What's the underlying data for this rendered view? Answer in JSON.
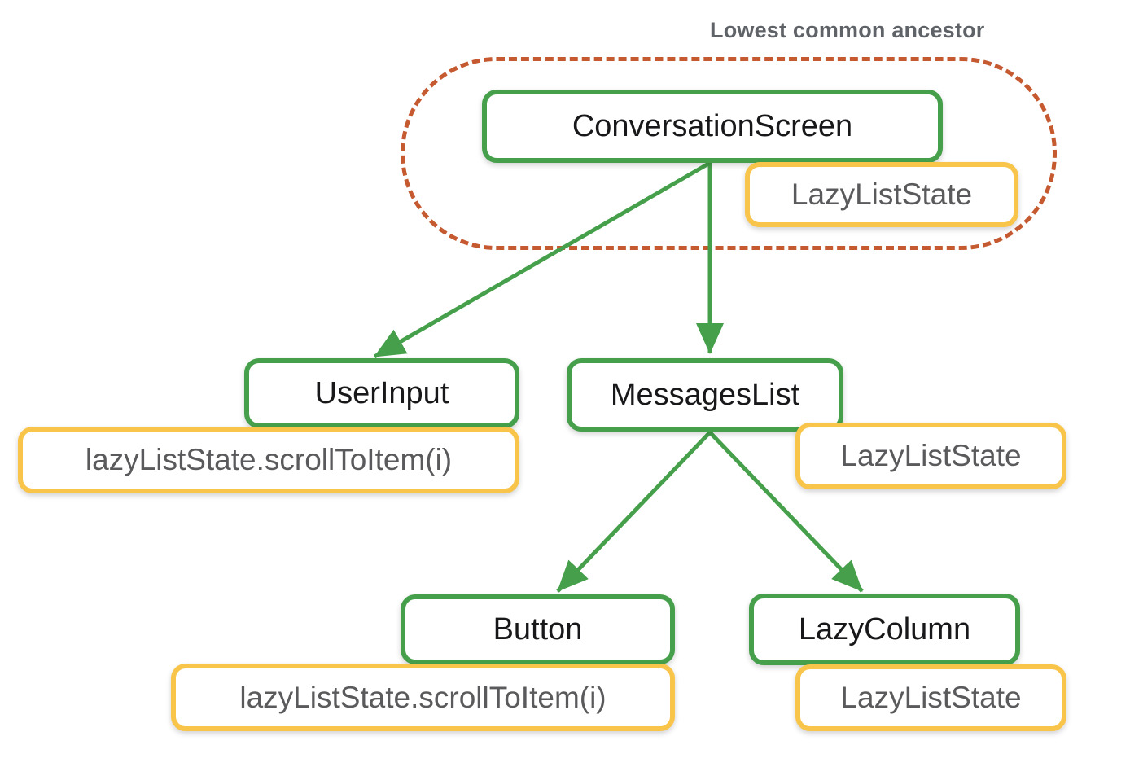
{
  "diagram": {
    "title": "Lowest common ancestor",
    "accent_colors": {
      "node_border_green": "#46a04b",
      "badge_border_yellow": "#f8c54a",
      "ancestor_dashed_red": "#c55a31",
      "node_text": "#18181a",
      "badge_text": "#5a5a5c",
      "title_text": "#5f6368",
      "background": "#ffffff"
    },
    "nodes": [
      {
        "id": "conversationscreen",
        "label": "ConversationScreen"
      },
      {
        "id": "userinput",
        "label": "UserInput"
      },
      {
        "id": "messageslist",
        "label": "MessagesList"
      },
      {
        "id": "button",
        "label": "Button"
      },
      {
        "id": "lazycolumn",
        "label": "LazyColumn"
      }
    ],
    "badges": [
      {
        "id": "conv-state",
        "owner": "conversationscreen",
        "label": "LazyListState"
      },
      {
        "id": "userinput",
        "owner": "userinput",
        "label": "lazyListState.scrollToItem(i)"
      },
      {
        "id": "messageslist",
        "owner": "messageslist",
        "label": "LazyListState"
      },
      {
        "id": "button",
        "owner": "button",
        "label": "lazyListState.scrollToItem(i)"
      },
      {
        "id": "lazycolumn",
        "owner": "lazycolumn",
        "label": "LazyListState"
      }
    ],
    "edges": [
      {
        "from": "conversationscreen",
        "to": "userinput"
      },
      {
        "from": "conversationscreen",
        "to": "messageslist"
      },
      {
        "from": "messageslist",
        "to": "button"
      },
      {
        "from": "messageslist",
        "to": "lazycolumn"
      }
    ]
  }
}
